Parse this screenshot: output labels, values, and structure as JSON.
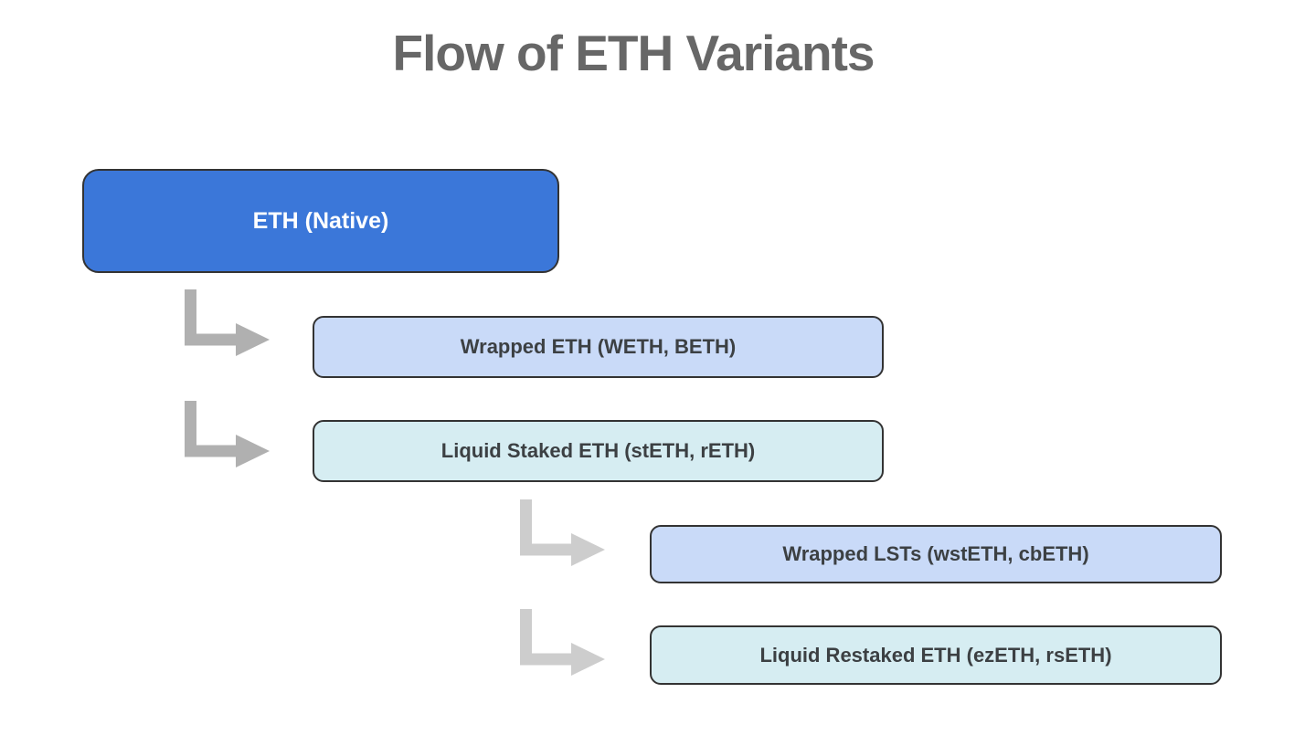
{
  "title": "Flow of ETH Variants",
  "diagram_type": "flowchart",
  "nodes": [
    {
      "id": "eth-native",
      "label": "ETH (Native)",
      "fill": "#3b77d9",
      "text_color": "#ffffff",
      "level": 0,
      "parent": null
    },
    {
      "id": "wrapped-eth",
      "label": "Wrapped ETH (WETH, BETH)",
      "fill": "#c9daf8",
      "text_color": "#3c4043",
      "level": 1,
      "parent": "eth-native"
    },
    {
      "id": "liquid-staked-eth",
      "label": "Liquid Staked ETH (stETH, rETH)",
      "fill": "#d6edf2",
      "text_color": "#3c4043",
      "level": 1,
      "parent": "eth-native"
    },
    {
      "id": "wrapped-lsts",
      "label": "Wrapped LSTs (wstETH, cbETH)",
      "fill": "#c9daf8",
      "text_color": "#3c4043",
      "level": 2,
      "parent": "liquid-staked-eth"
    },
    {
      "id": "liquid-restaked-eth",
      "label": "Liquid Restaked ETH (ezETH, rsETH)",
      "fill": "#d6edf2",
      "text_color": "#3c4043",
      "level": 2,
      "parent": "liquid-staked-eth"
    }
  ],
  "arrows": [
    {
      "id": "arrow-eth-to-wrapped",
      "from": "eth-native",
      "to": "wrapped-eth",
      "color": "#b0b0b0"
    },
    {
      "id": "arrow-eth-to-liquid-staked",
      "from": "eth-native",
      "to": "liquid-staked-eth",
      "color": "#b0b0b0"
    },
    {
      "id": "arrow-staked-to-wrapped-lsts",
      "from": "liquid-staked-eth",
      "to": "wrapped-lsts",
      "color": "#cdcdcd"
    },
    {
      "id": "arrow-staked-to-restaked",
      "from": "liquid-staked-eth",
      "to": "liquid-restaked-eth",
      "color": "#cdcdcd"
    }
  ],
  "colors": {
    "background": "#ffffff",
    "title_text": "#676767",
    "node_border": "#333333"
  }
}
